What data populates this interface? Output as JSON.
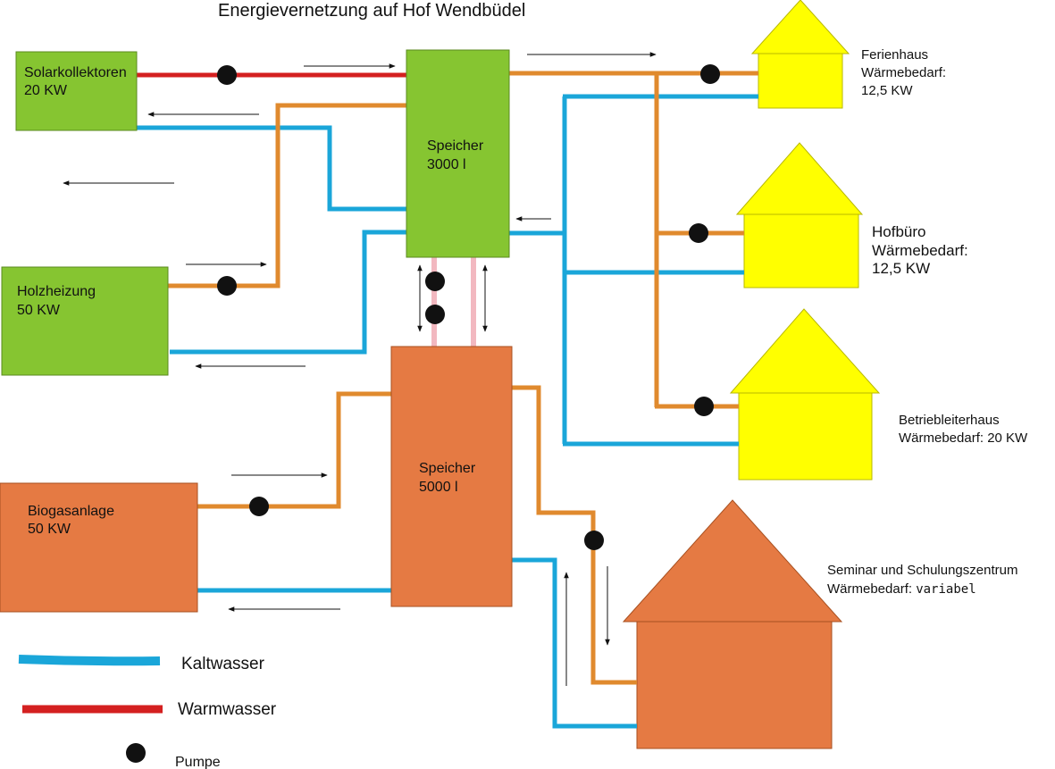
{
  "title": "Energievernetzung auf Hof Wendbüdel",
  "colors": {
    "warm_pipe": "#e08a2e",
    "cold_pipe": "#1aa6d9",
    "hot_pipe": "#d42020",
    "pink_pipe": "#f2b8c0",
    "green_box": "#86c531",
    "orange_box": "#e57a43",
    "yellow_house": "#ffff00",
    "pump": "#111111"
  },
  "sources": {
    "solar": {
      "line1": "Solarkollektoren",
      "line2": "20 KW"
    },
    "wood": {
      "line1": "Holzheizung",
      "line2": "50 KW"
    },
    "biogas": {
      "line1": "Biogasanlage",
      "line2": "50 KW"
    }
  },
  "storage": {
    "upper": {
      "line1": "Speicher",
      "line2": "3000 l"
    },
    "lower": {
      "line1": "Speicher",
      "line2": "5000 l"
    }
  },
  "consumers": {
    "ferienhaus": {
      "line1": "Ferienhaus",
      "line2": "Wärmebedarf:",
      "line3": "12,5 KW"
    },
    "hofbuero": {
      "line1": "Hofbüro",
      "line2": "Wärmebedarf:",
      "line3": "12,5 KW"
    },
    "betriebsleiter": {
      "line1": "Betriebleiterhaus",
      "line2": "Wärmebedarf: 20 KW"
    },
    "seminar": {
      "line1": "Seminar und Schulungszentrum",
      "line2_prefix": "Wärmebedarf: ",
      "line2_value": "variabel"
    }
  },
  "legend": {
    "cold": "Kaltwasser",
    "hot": "Warmwasser",
    "pump": "Pumpe"
  }
}
